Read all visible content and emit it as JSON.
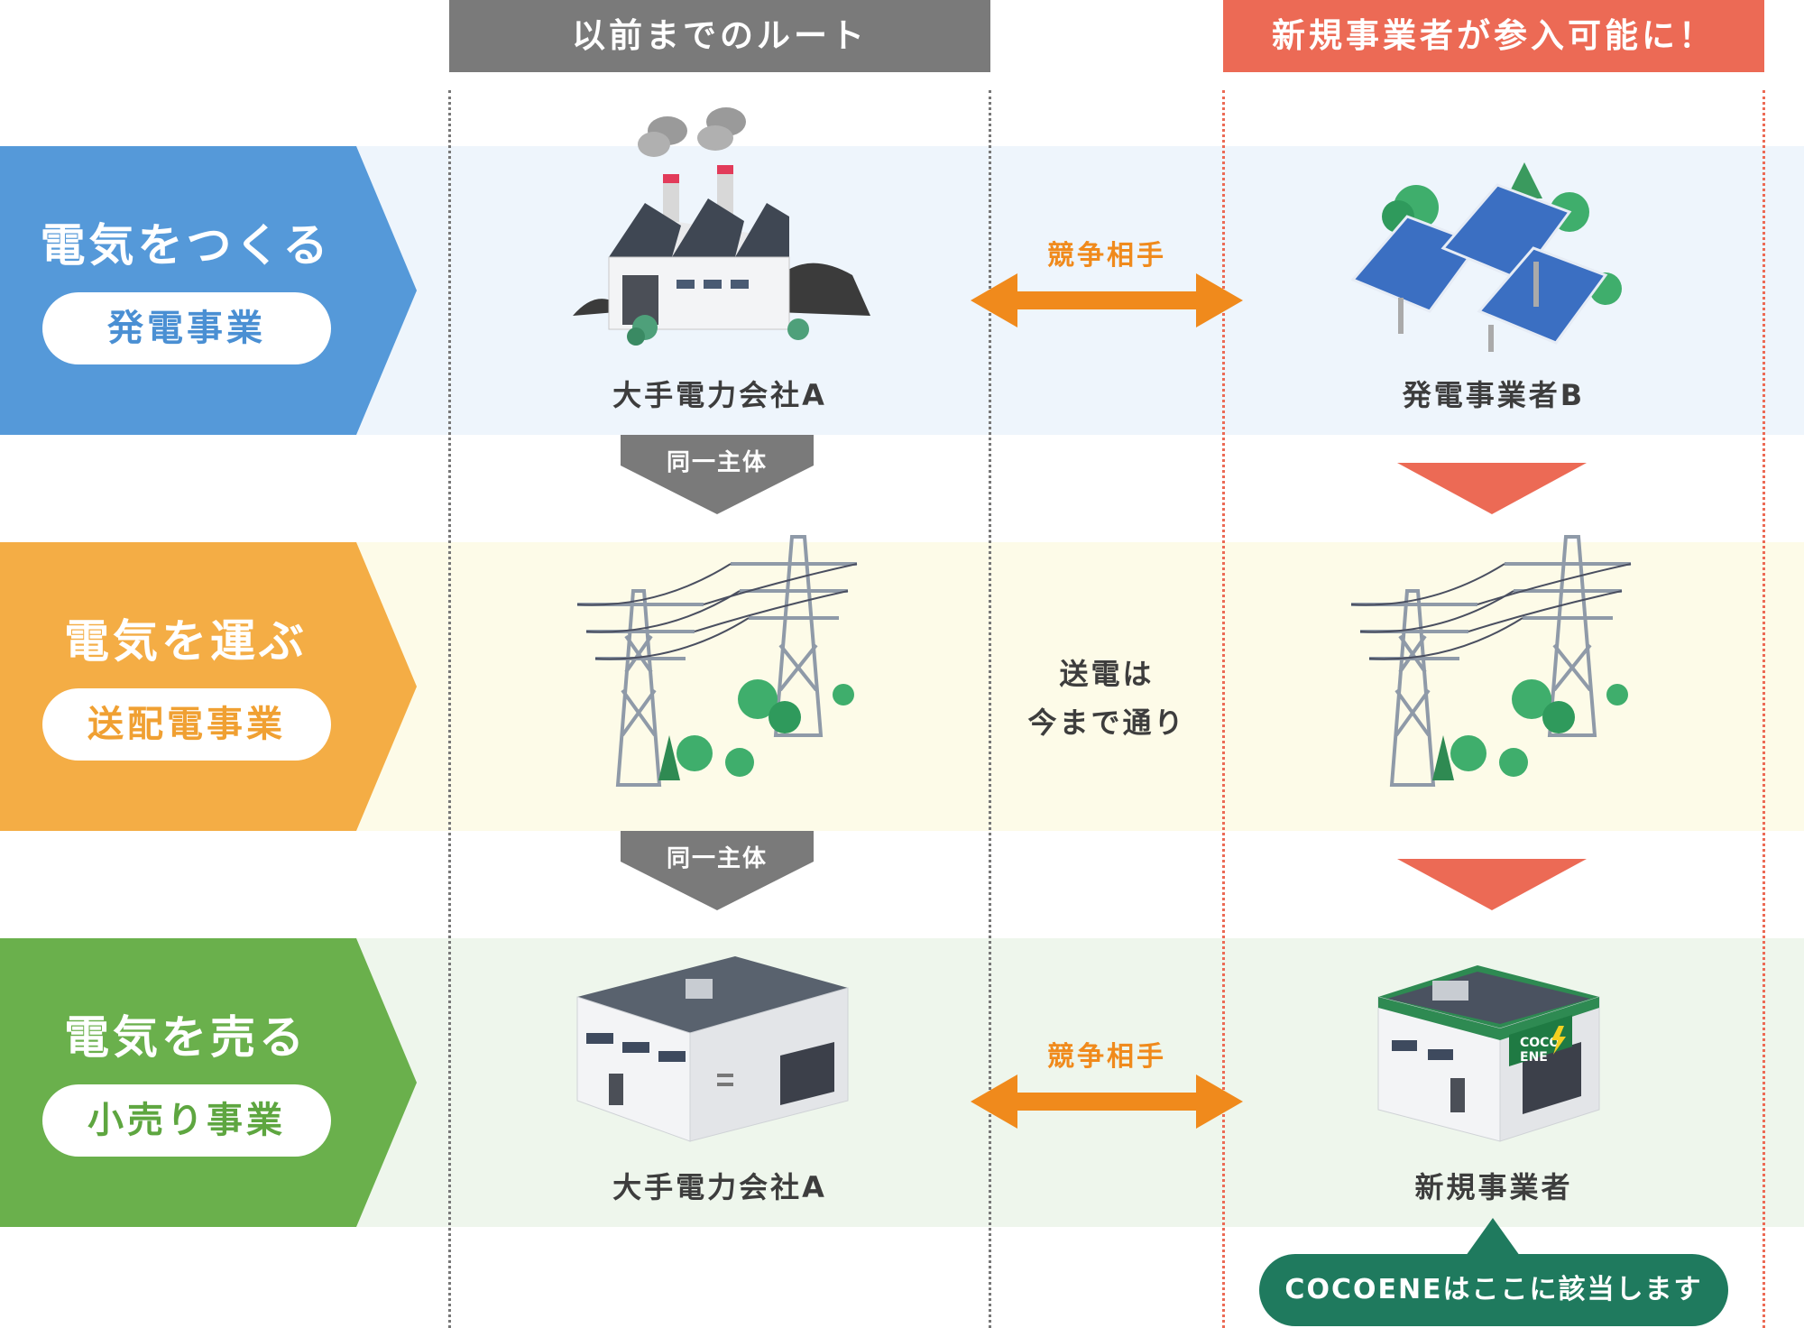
{
  "headers": {
    "old_route": "以前までのルート",
    "new_entrants": "新規事業者が参入可能に！"
  },
  "rows": [
    {
      "title": "電気をつくる",
      "pill": "発電事業",
      "left_caption": "大手電力会社A",
      "right_caption": "発電事業者B",
      "middle": "競争相手",
      "left_icon": "factory-icon",
      "right_icon": "solar-panel-icon"
    },
    {
      "title": "電気を運ぶ",
      "pill": "送配電事業",
      "middle_line1": "送電は",
      "middle_line2": "今まで通り",
      "left_icon": "power-tower-icon",
      "right_icon": "power-tower-icon"
    },
    {
      "title": "電気を売る",
      "pill": "小売り事業",
      "left_caption": "大手電力会社A",
      "right_caption": "新規事業者",
      "middle": "競争相手",
      "left_icon": "office-building-icon",
      "right_icon": "cocoene-building-icon"
    }
  ],
  "same_entity": "同一主体",
  "callout": "COCOENEはここに該当します",
  "cocoene_sign_line1": "COCO",
  "cocoene_sign_line2": "ENE",
  "colors": {
    "blue": "#5599d9",
    "orange": "#f4ad45",
    "green": "#6ab04c",
    "band1": "#eef5fc",
    "band2": "#fdfbe8",
    "band3": "#eef6ec",
    "gray_header": "#7a7a7a",
    "red_header": "#ec6a55",
    "arrow_orange": "#f08a1c",
    "callout_green": "#1f7a5e"
  }
}
